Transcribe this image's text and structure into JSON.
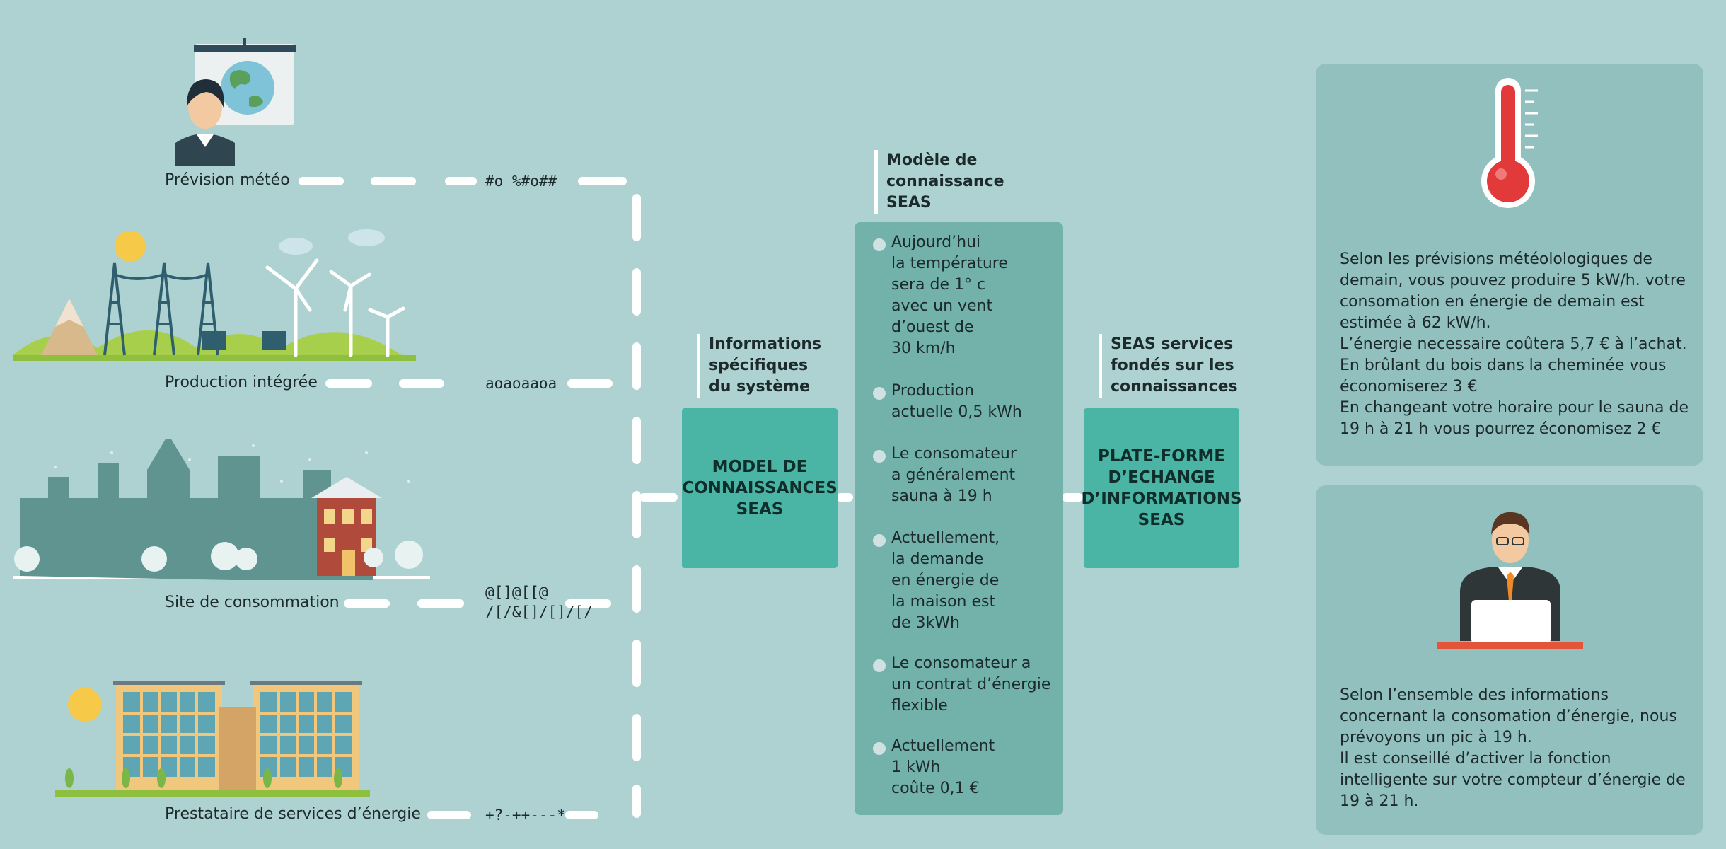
{
  "sources": [
    {
      "label": "Prévision météo",
      "code": "#o %#o##"
    },
    {
      "label": "Production intégrée",
      "code": "aoaoaaoa"
    },
    {
      "label": "Site de consommation",
      "code": "@[]@[[@\n/[/&[]/[]/[/"
    },
    {
      "label": "Prestataire de services d’énergie",
      "code": "+?-++---*"
    }
  ],
  "system_heading": "Informations\nspécifiques\ndu système",
  "model_box": "MODEL DE\nCONNAISSANCES\nSEAS",
  "knowledge_heading": "Modèle de\nconnaissance\nSEAS",
  "knowledge_items": [
    "Aujourd’hui\nla température\nsera de 1° c\navec un vent\nd’ouest de\n30 km/h",
    "Production\nactuelle 0,5 kWh",
    "Le consomateur\na généralement\nsauna à 19 h",
    "Actuellement,\nla demande\nen énergie de\nla maison est\nde 3kWh",
    "Le consomateur a\nun contrat d’énergie\nflexible",
    "Actuellement\n1 kWh\ncoûte 0,1 €"
  ],
  "services_heading": "SEAS services\nfondés sur les\nconnaissances",
  "platform_box": "PLATE-FORME\nD’ECHANGE\nD’INFORMATIONS\nSEAS",
  "panel_weather_text": "Selon les prévisions météolologiques de\ndemain, vous pouvez produire 5 kW/h. votre\nconsomation en énergie de demain est\nestimée à 62 kW/h.\nL’énergie necessaire coûtera 5,7  € à l’achat.\nEn brûlant du bois dans la cheminée vous\néconomiserez 3 €\nEn changeant votre horaire pour le sauna de\n19 h à 21 h vous pourrez économisez 2 €",
  "panel_advice_text": "Selon l’ensemble des informations\nconcernant la consomation d’énergie, nous\nprévoyons un pic à 19 h.\nIl est conseillé d’activer la fonction\nintelligente sur votre compteur d’énergie de\n19 à 21 h.",
  "colors": {
    "background": "#aed2d2",
    "teal_box": "#4bb5a5",
    "knowledge_panel": "#72b2ab",
    "right_panel": "#92c0bf",
    "connector": "#ffffff"
  }
}
